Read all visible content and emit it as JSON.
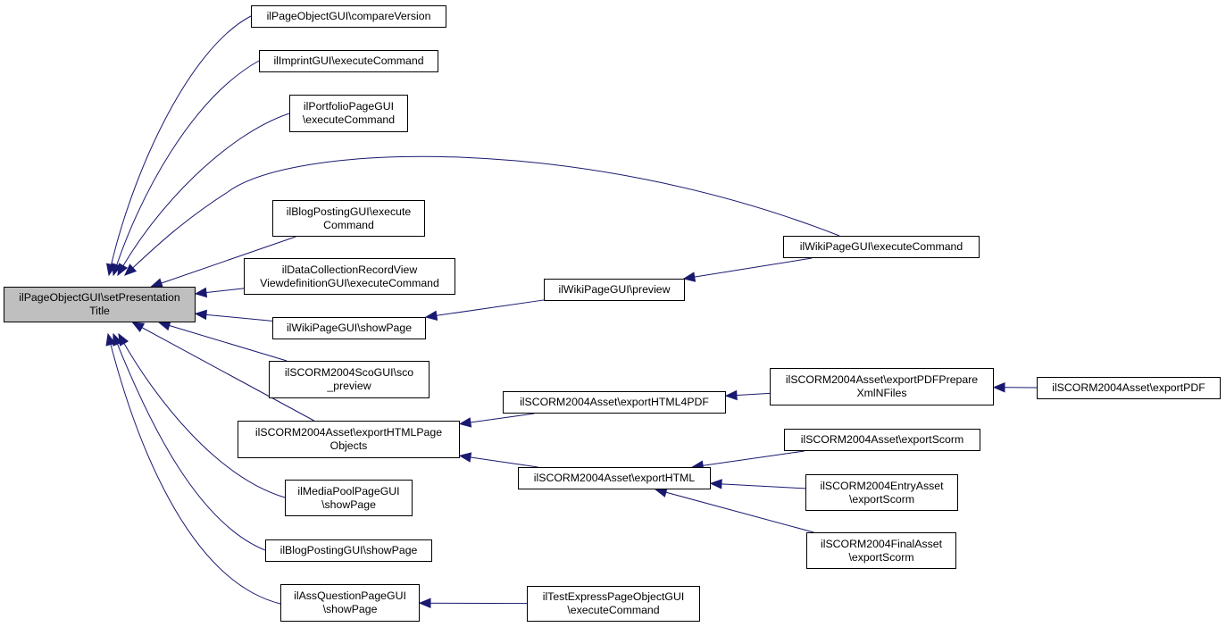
{
  "colors": {
    "edge": "#191970",
    "border": "#000000",
    "root_fill": "#bfbfbf",
    "node_fill": "#ffffff"
  },
  "nodes": {
    "root": {
      "lines": [
        "ilPageObjectGUI\\setPresentation",
        "Title"
      ]
    },
    "compareVersion": {
      "lines": [
        "ilPageObjectGUI\\compareVersion"
      ]
    },
    "imprintExec": {
      "lines": [
        "ilImprintGUI\\executeCommand"
      ]
    },
    "portfolioExec": {
      "lines": [
        "ilPortfolioPageGUI",
        "\\executeCommand"
      ]
    },
    "blogExec": {
      "lines": [
        "ilBlogPostingGUI\\execute",
        "Command"
      ]
    },
    "dataCollExec": {
      "lines": [
        "ilDataCollectionRecordView",
        "ViewdefinitionGUI\\executeCommand"
      ]
    },
    "wikiShowPage": {
      "lines": [
        "ilWikiPageGUI\\showPage"
      ]
    },
    "scoPreview": {
      "lines": [
        "ilSCORM2004ScoGUI\\sco",
        "_preview"
      ]
    },
    "exportHTMLPageObj": {
      "lines": [
        "ilSCORM2004Asset\\exportHTMLPage",
        "Objects"
      ]
    },
    "mediaPoolShow": {
      "lines": [
        "ilMediaPoolPageGUI",
        "\\showPage"
      ]
    },
    "blogShowPage": {
      "lines": [
        "ilBlogPostingGUI\\showPage"
      ]
    },
    "assQuestionShow": {
      "lines": [
        "ilAssQuestionPageGUI",
        "\\showPage"
      ]
    },
    "wikiPreview": {
      "lines": [
        "ilWikiPageGUI\\preview"
      ]
    },
    "wikiExec": {
      "lines": [
        "ilWikiPageGUI\\executeCommand"
      ]
    },
    "exportHTML4PDF": {
      "lines": [
        "ilSCORM2004Asset\\exportHTML4PDF"
      ]
    },
    "exportPDFPrepare": {
      "lines": [
        "ilSCORM2004Asset\\exportPDFPrepare",
        "XmlNFiles"
      ]
    },
    "exportPDF": {
      "lines": [
        "ilSCORM2004Asset\\exportPDF"
      ]
    },
    "exportHTML": {
      "lines": [
        "ilSCORM2004Asset\\exportHTML"
      ]
    },
    "exportScorm": {
      "lines": [
        "ilSCORM2004Asset\\exportScorm"
      ]
    },
    "entryExportScorm": {
      "lines": [
        "ilSCORM2004EntryAsset",
        "\\exportScorm"
      ]
    },
    "finalExportScorm": {
      "lines": [
        "ilSCORM2004FinalAsset",
        "\\exportScorm"
      ]
    },
    "testExpressExec": {
      "lines": [
        "ilTestExpressPageObjectGUI",
        "\\executeCommand"
      ]
    }
  },
  "edges": [
    [
      "compareVersion",
      "root"
    ],
    [
      "imprintExec",
      "root"
    ],
    [
      "portfolioExec",
      "root"
    ],
    [
      "wikiExec",
      "root"
    ],
    [
      "blogExec",
      "root"
    ],
    [
      "dataCollExec",
      "root"
    ],
    [
      "wikiShowPage",
      "root"
    ],
    [
      "scoPreview",
      "root"
    ],
    [
      "exportHTMLPageObj",
      "root"
    ],
    [
      "mediaPoolShow",
      "root"
    ],
    [
      "blogShowPage",
      "root"
    ],
    [
      "assQuestionShow",
      "root"
    ],
    [
      "wikiPreview",
      "wikiShowPage"
    ],
    [
      "wikiExec",
      "wikiPreview"
    ],
    [
      "exportHTML4PDF",
      "exportHTMLPageObj"
    ],
    [
      "exportHTML",
      "exportHTMLPageObj"
    ],
    [
      "exportPDFPrepare",
      "exportHTML4PDF"
    ],
    [
      "exportPDF",
      "exportPDFPrepare"
    ],
    [
      "exportScorm",
      "exportHTML"
    ],
    [
      "entryExportScorm",
      "exportHTML"
    ],
    [
      "finalExportScorm",
      "exportHTML"
    ],
    [
      "testExpressExec",
      "assQuestionShow"
    ]
  ]
}
